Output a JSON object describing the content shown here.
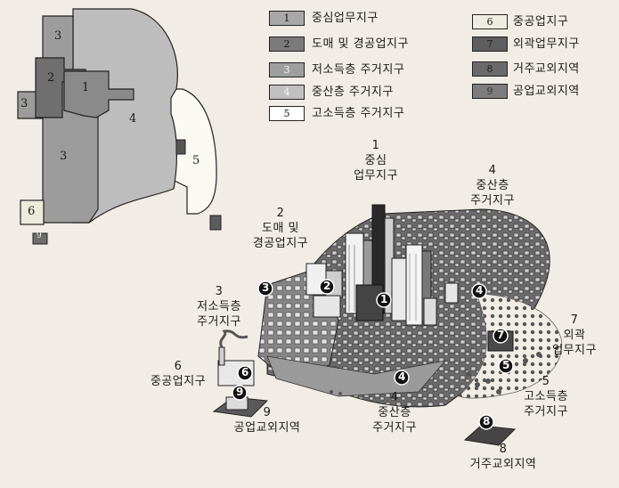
{
  "legend": [
    {
      "num": "1",
      "label": "중심업무지구",
      "fill": "#a8a8a8",
      "text_color": "#111111"
    },
    {
      "num": "2",
      "label": "도매 및 경공업지구",
      "fill": "#7a7a7a",
      "text_color": "#111111"
    },
    {
      "num": "3",
      "label": "저소득층 주거지구",
      "fill": "#9e9e9e",
      "text_color": "#f5f5f5"
    },
    {
      "num": "4",
      "label": "중산층 주거지구",
      "fill": "#c0c0c0",
      "text_color": "#f5f5f5"
    },
    {
      "num": "5",
      "label": "고소득층 주거지구",
      "fill": "#ffffff",
      "text_color": "#111111"
    },
    {
      "num": "6",
      "label": "중공업지구",
      "fill": "#eeeee0",
      "text_color": "#111111"
    },
    {
      "num": "7",
      "label": "외곽업무지구",
      "fill": "#5e5e5e",
      "text_color": "#222222"
    },
    {
      "num": "8",
      "label": "거주교외지역",
      "fill": "#6a6a6a",
      "text_color": "#222222"
    },
    {
      "num": "9",
      "label": "공업교외지역",
      "fill": "#7c7c7c",
      "text_color": "#333333"
    }
  ],
  "map_labels": {
    "z1": "1",
    "z2": "2",
    "z3a": "3",
    "z3b": "3",
    "z3c": "3",
    "z4": "4",
    "z5": "5",
    "z6": "6",
    "z9": "9"
  },
  "illustration": {
    "cbd": {
      "num": "1",
      "l1": "중심",
      "l2": "업무지구"
    },
    "wholesale": {
      "num": "2",
      "l1": "도매 및",
      "l2": "경공업지구"
    },
    "low": {
      "num": "3",
      "l1": "저소득층",
      "l2": "주거지구"
    },
    "mid_top": {
      "num": "4",
      "l1": "중산층",
      "l2": "주거지구"
    },
    "mid_bottom": {
      "num": "4",
      "l1": "중산층",
      "l2": "주거지구"
    },
    "high": {
      "num": "5",
      "l1": "고소득층",
      "l2": "주거지구"
    },
    "heavy": {
      "num": "6",
      "l1": "중공업지구"
    },
    "outer": {
      "num": "7",
      "l1": "외곽",
      "l2": "업무지구"
    },
    "res_sub": {
      "num": "8",
      "l1": "거주교외지역"
    },
    "ind_sub": {
      "num": "9",
      "l1": "공업교외지역"
    }
  },
  "markers": [
    "1",
    "2",
    "3",
    "4",
    "4",
    "5",
    "6",
    "7",
    "8",
    "9"
  ]
}
